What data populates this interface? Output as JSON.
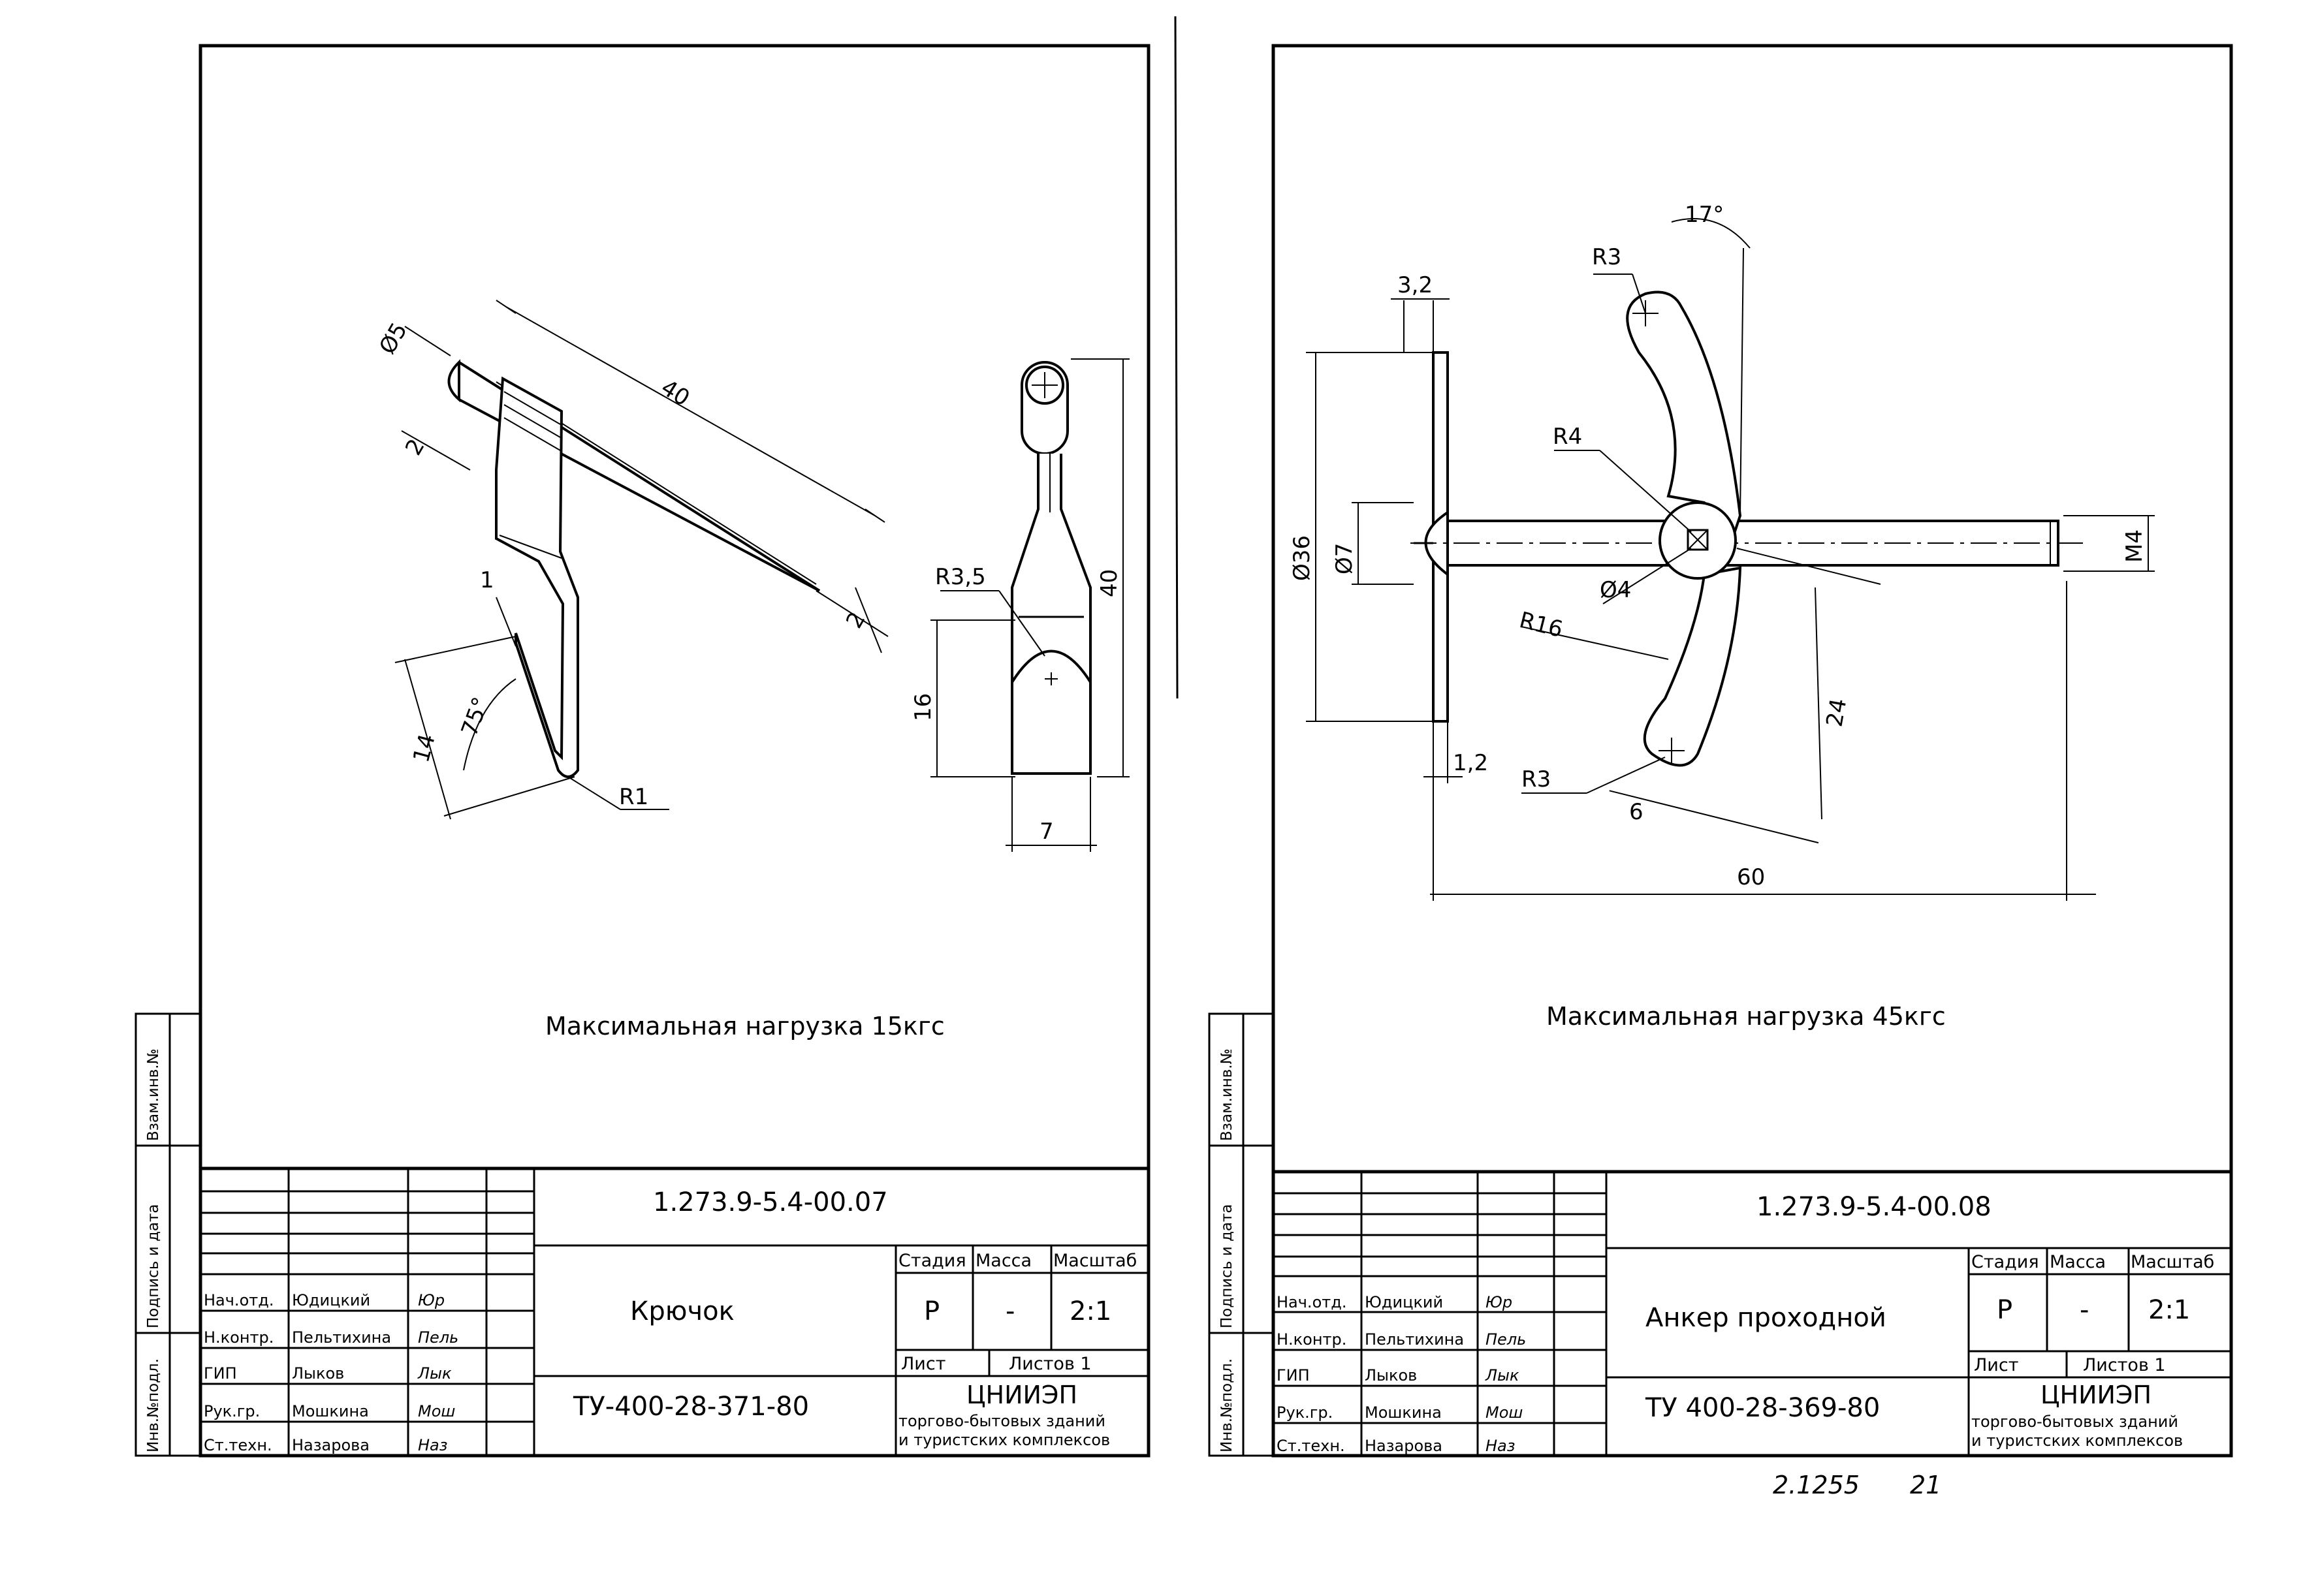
{
  "sheets": [
    {
      "side_labels": [
        "Инв.№подл.",
        "Подпись и дата",
        "Взам.инв.№"
      ],
      "drawing": {
        "dims": [
          "Ø5",
          "2",
          "40",
          "1",
          "75°",
          "14",
          "R1",
          "2",
          "R3,5",
          "16",
          "40",
          "7"
        ],
        "caption": "Максимальная нагрузка 15кгс"
      },
      "title_block": {
        "doc_number": "1.273.9-5.4-00.07",
        "title": "Крючок",
        "tu": "ТУ-400-28-371-80",
        "headers": [
          "Стадия",
          "Масса",
          "Масштаб"
        ],
        "values": [
          "Р",
          "-",
          "2:1"
        ],
        "sheet": "Лист",
        "sheets_total": "Листов 1",
        "org_name": "ЦНИИЭП",
        "org_line1": "торгово-бытовых зданий",
        "org_line2": "и туристских комплексов",
        "people": [
          {
            "role": "Нач.отд.",
            "name": "Юдицкий",
            "sig": "Юр"
          },
          {
            "role": "Н.контр.",
            "name": "Пельтихина",
            "sig": "Пель"
          },
          {
            "role": "ГИП",
            "name": "Лыков",
            "sig": "Лык"
          },
          {
            "role": "Рук.гр.",
            "name": "Мошкина",
            "sig": "Мош"
          },
          {
            "role": "Ст.техн.",
            "name": "Назарова",
            "sig": "Наз"
          }
        ]
      }
    },
    {
      "side_labels": [
        "Инв.№подл.",
        "Подпись и дата",
        "Взам.инв.№"
      ],
      "drawing": {
        "dims": [
          "3,2",
          "Ø36",
          "Ø7",
          "17°",
          "R3",
          "R4",
          "Ø4",
          "R16",
          "R3",
          "24",
          "6",
          "1,2",
          "60",
          "М4"
        ],
        "caption": "Максимальная нагрузка 45кгс"
      },
      "title_block": {
        "doc_number": "1.273.9-5.4-00.08",
        "title": "Анкер проходной",
        "tu": "ТУ 400-28-369-80",
        "headers": [
          "Стадия",
          "Масса",
          "Масштаб"
        ],
        "values": [
          "Р",
          "-",
          "2:1"
        ],
        "sheet": "Лист",
        "sheets_total": "Листов 1",
        "org_name": "ЦНИИЭП",
        "org_line1": "торгово-бытовых зданий",
        "org_line2": "и туристских комплексов",
        "people": [
          {
            "role": "Нач.отд.",
            "name": "Юдицкий",
            "sig": "Юр"
          },
          {
            "role": "Н.контр.",
            "name": "Пельтихина",
            "sig": "Пель"
          },
          {
            "role": "ГИП",
            "name": "Лыков",
            "sig": "Лык"
          },
          {
            "role": "Рук.гр.",
            "name": "Мошкина",
            "sig": "Мош"
          },
          {
            "role": "Ст.техн.",
            "name": "Назарова",
            "sig": "Наз"
          }
        ]
      }
    }
  ],
  "footer": {
    "album": "2.1255",
    "page": "21"
  }
}
